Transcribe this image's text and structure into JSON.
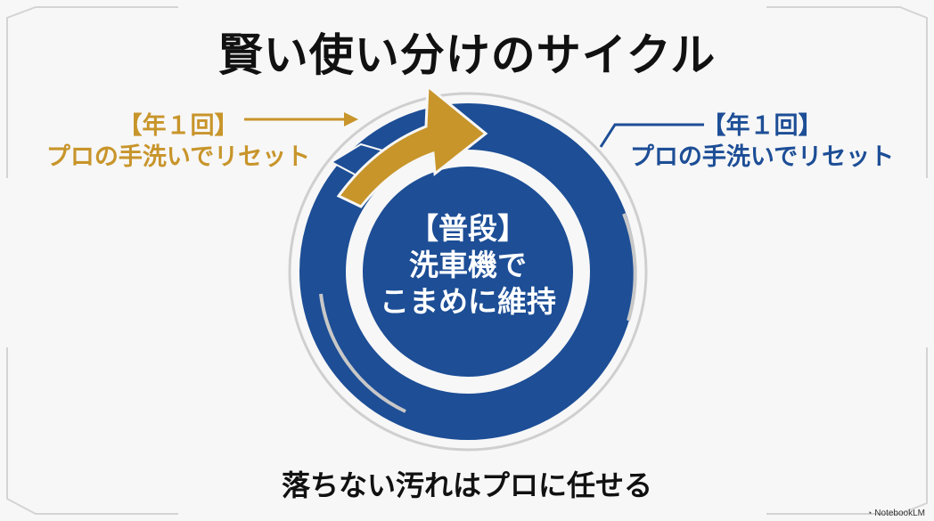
{
  "title": "賢い使い分けのサイクル",
  "left_label": {
    "line1": "【年１回】",
    "line2": "プロの手洗いでリセット"
  },
  "right_label": {
    "line1": "【年１回】",
    "line2": "プロの手洗いでリセット"
  },
  "center": {
    "line1": "【普段】",
    "line2": "洗車機で",
    "line3": "こまめに維持"
  },
  "bottom_text": "落ちない汚れはプロに任せる",
  "brand": "NotebookLM",
  "colors": {
    "gold": "#c8952b",
    "blue": "#1d4e96",
    "text": "#111111",
    "background": "#f7f7f7"
  }
}
